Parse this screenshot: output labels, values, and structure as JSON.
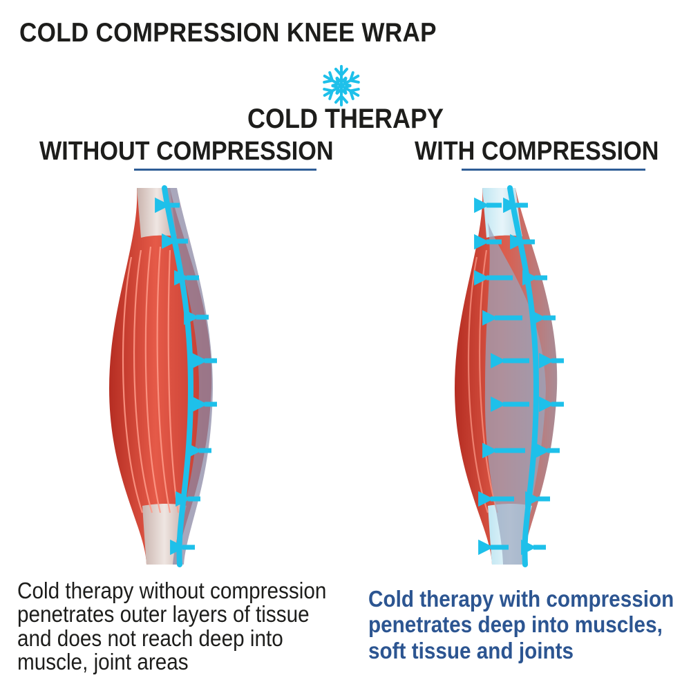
{
  "title": "COLD COMPRESSION KNEE WRAP",
  "icon": "snowflake-icon",
  "subtitle": "COLD THERAPY",
  "left": {
    "heading": "WITHOUT COMPRESSION",
    "caption": [
      "Cold therapy without compression",
      "penetrates outer layers of tissue",
      "and does not reach deep into",
      "muscle, joint areas"
    ]
  },
  "right": {
    "heading": "WITH COMPRESSION",
    "caption": [
      "Cold therapy with compression",
      "penetrates deep into muscles,",
      "soft tissue and joints"
    ]
  },
  "colors": {
    "cold": "#1ec0ea",
    "heading_underline": "#2e5d96",
    "caption_accent": "#2c5591",
    "muscle": "#d84a3c"
  }
}
